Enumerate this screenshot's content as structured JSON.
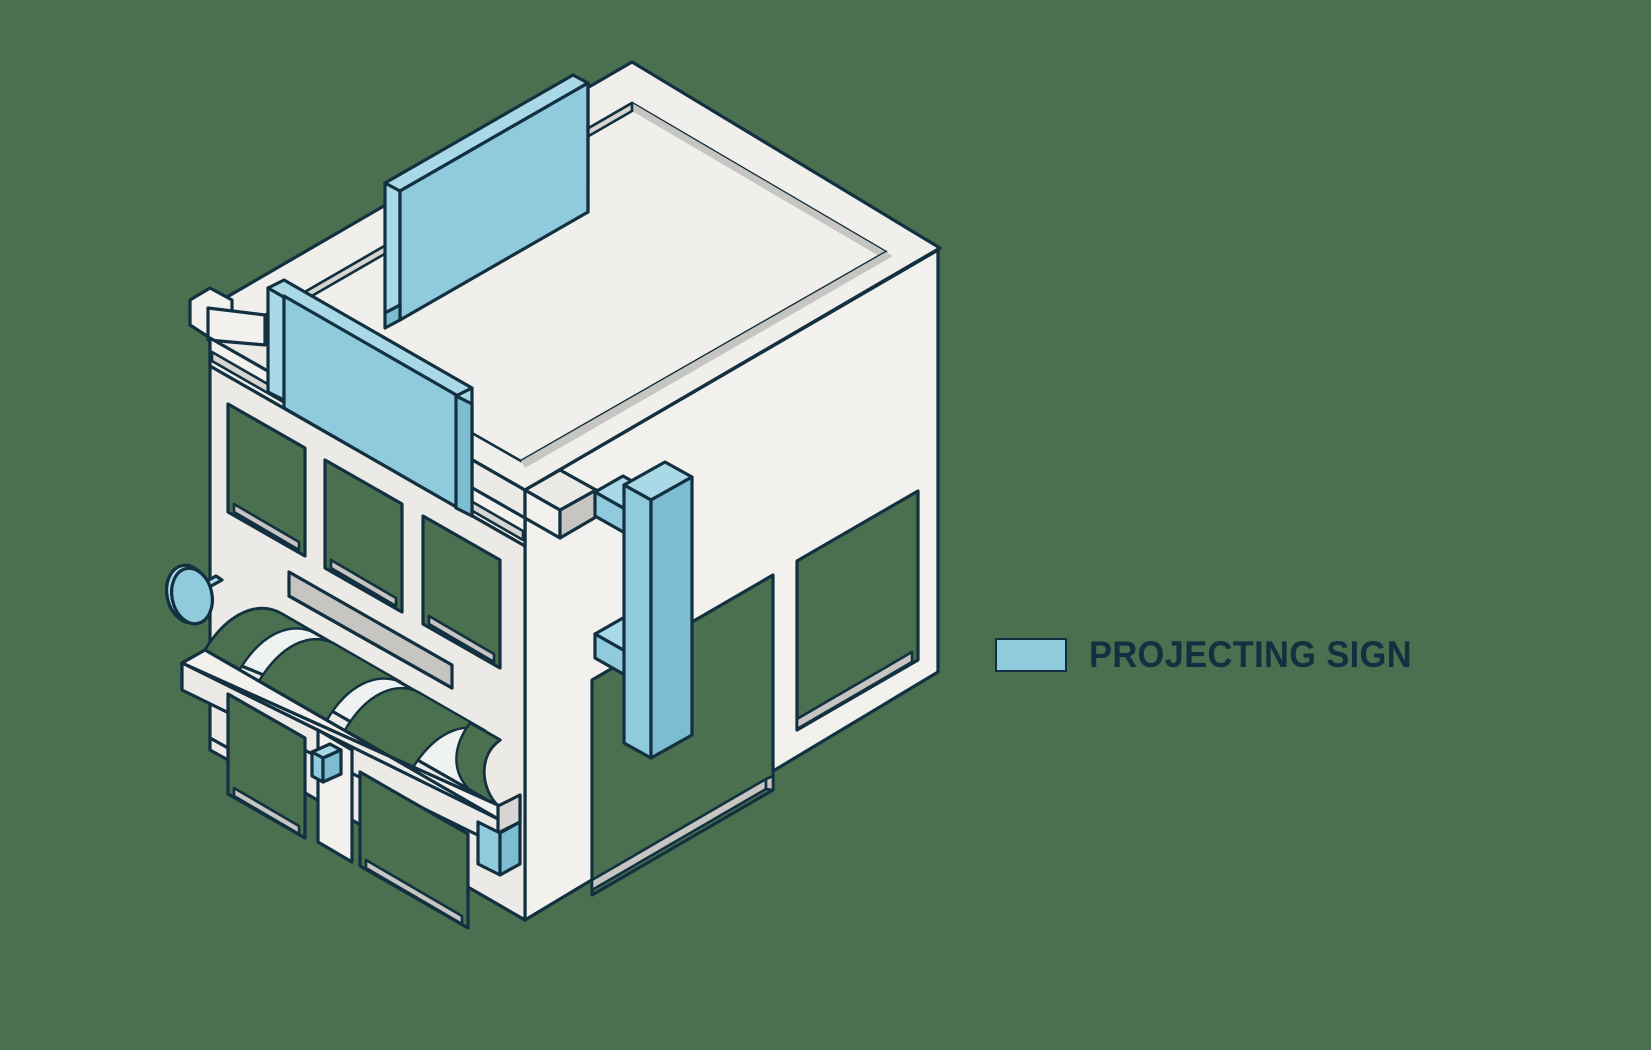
{
  "diagram": {
    "title": "Projecting Sign Isometric Diagram",
    "subject": "two-story commercial storefront building",
    "projection": "isometric",
    "background_color": "#4a7050",
    "highlight_color": "#8fcbdd",
    "highlight_color_light": "#a9d8e6",
    "highlight_color_dark": "#7cbdd2",
    "outline_color": "#12303f",
    "wall_color": "#f2f1ee",
    "wall_shade_color": "#e8e7e3",
    "trim_color": "#c6c5c1",
    "roof_color": "#f0efec"
  },
  "legend": {
    "items": [
      {
        "label": "PROJECTING SIGN",
        "swatch_color": "#8fcbdd",
        "swatch_border": "#12303f"
      }
    ]
  },
  "highlighted_elements": [
    {
      "name": "rooftop-sign",
      "description": "large rooftop billboard panel standing on the roof deck",
      "color": "#8fcbdd"
    },
    {
      "name": "facade-band-sign",
      "description": "horizontal wall sign band across the top of the left facade",
      "color": "#8fcbdd"
    },
    {
      "name": "projecting-blade-sign",
      "description": "tall vertical blade sign projecting from the right facade on two brackets",
      "color": "#8fcbdd"
    },
    {
      "name": "round-disc-sign",
      "description": "small round projecting disc sign on an arm at the left corner",
      "color": "#8fcbdd"
    },
    {
      "name": "storefront-blade-sign",
      "description": "small blue blade sign under the awning by the entrance",
      "color": "#8fcbdd"
    },
    {
      "name": "storefront-corner-sign",
      "description": "small blue panel sign at the right end of the awning",
      "color": "#8fcbdd"
    }
  ],
  "building_parts": [
    {
      "name": "roof-deck",
      "color": "#f0efec"
    },
    {
      "name": "parapet",
      "color": "#f2f1ee"
    },
    {
      "name": "left-facade",
      "color": "#f2f1ee"
    },
    {
      "name": "right-facade",
      "color": "#f2f1ee"
    },
    {
      "name": "upper-windows-left",
      "count": 3
    },
    {
      "name": "lower-windows-left",
      "count": 2
    },
    {
      "name": "right-facade-windows",
      "count": 2
    },
    {
      "name": "striped-awning",
      "stripes": 4
    },
    {
      "name": "gray-fascia-band"
    },
    {
      "name": "cornice"
    }
  ]
}
